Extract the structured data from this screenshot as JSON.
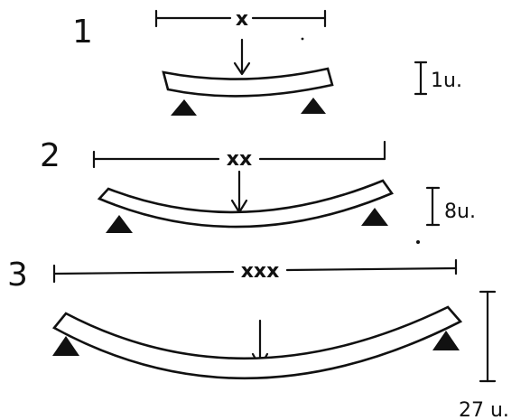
{
  "cases": [
    {
      "number": "1",
      "span_label": "x",
      "deflection_label": "1u."
    },
    {
      "number": "2",
      "span_label": "xx",
      "deflection_label": "8u."
    },
    {
      "number": "3",
      "span_label": "xxx",
      "deflection_label": "27 u."
    }
  ]
}
